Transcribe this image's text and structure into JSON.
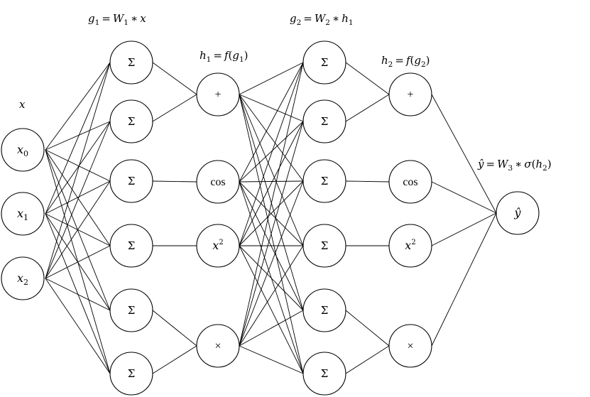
{
  "nodes": {
    "input": [
      {
        "id": "x0",
        "var": "x",
        "sub": "0"
      },
      {
        "id": "x1",
        "var": "x",
        "sub": "1"
      },
      {
        "id": "x2",
        "var": "x",
        "sub": "2"
      }
    ],
    "layer1_sum": [
      "Σ",
      "Σ",
      "Σ",
      "Σ",
      "Σ",
      "Σ"
    ],
    "layer1_act": [
      {
        "id": "plus",
        "text": "+"
      },
      {
        "id": "cos",
        "text": "cos"
      },
      {
        "id": "square",
        "var": "x",
        "sup": "2"
      },
      {
        "id": "times",
        "text": "×"
      }
    ],
    "layer2_sum": [
      "Σ",
      "Σ",
      "Σ",
      "Σ",
      "Σ",
      "Σ"
    ],
    "layer2_act": [
      {
        "id": "plus",
        "text": "+"
      },
      {
        "id": "cos",
        "text": "cos"
      },
      {
        "id": "square",
        "var": "x",
        "sup": "2"
      },
      {
        "id": "times",
        "text": "×"
      }
    ],
    "output": {
      "var": "ŷ"
    }
  },
  "labels": {
    "input": {
      "var": "x"
    },
    "g1": {
      "lhs": "g",
      "lhs_sub": "1",
      "rhs_a": "W",
      "rhs_a_sub": "1",
      "op": "∗",
      "rhs_b": "x"
    },
    "h1": {
      "lhs": "h",
      "lhs_sub": "1",
      "fn": "f",
      "arg": "g",
      "arg_sub": "1"
    },
    "g2": {
      "lhs": "g",
      "lhs_sub": "2",
      "rhs_a": "W",
      "rhs_a_sub": "2",
      "op": "∗",
      "rhs_b": "h",
      "rhs_b_sub": "1"
    },
    "h2": {
      "lhs": "h",
      "lhs_sub": "2",
      "fn": "f",
      "arg": "g",
      "arg_sub": "2"
    },
    "yhat": {
      "lhs": "ŷ",
      "rhs_a": "W",
      "rhs_a_sub": "3",
      "op": "∗",
      "fn": "σ",
      "arg": "h",
      "arg_sub": "2"
    }
  },
  "edges": {
    "input_to_sum1": "all-to-all",
    "sum1_to_act1": [
      [
        0,
        0
      ],
      [
        1,
        0
      ],
      [
        2,
        1
      ],
      [
        3,
        2
      ],
      [
        4,
        3
      ],
      [
        5,
        3
      ]
    ],
    "act1_to_sum2": "all-to-all",
    "sum2_to_act2": [
      [
        0,
        0
      ],
      [
        1,
        0
      ],
      [
        2,
        1
      ],
      [
        3,
        2
      ],
      [
        4,
        3
      ],
      [
        5,
        3
      ]
    ],
    "act2_to_output": "all-to-all"
  }
}
